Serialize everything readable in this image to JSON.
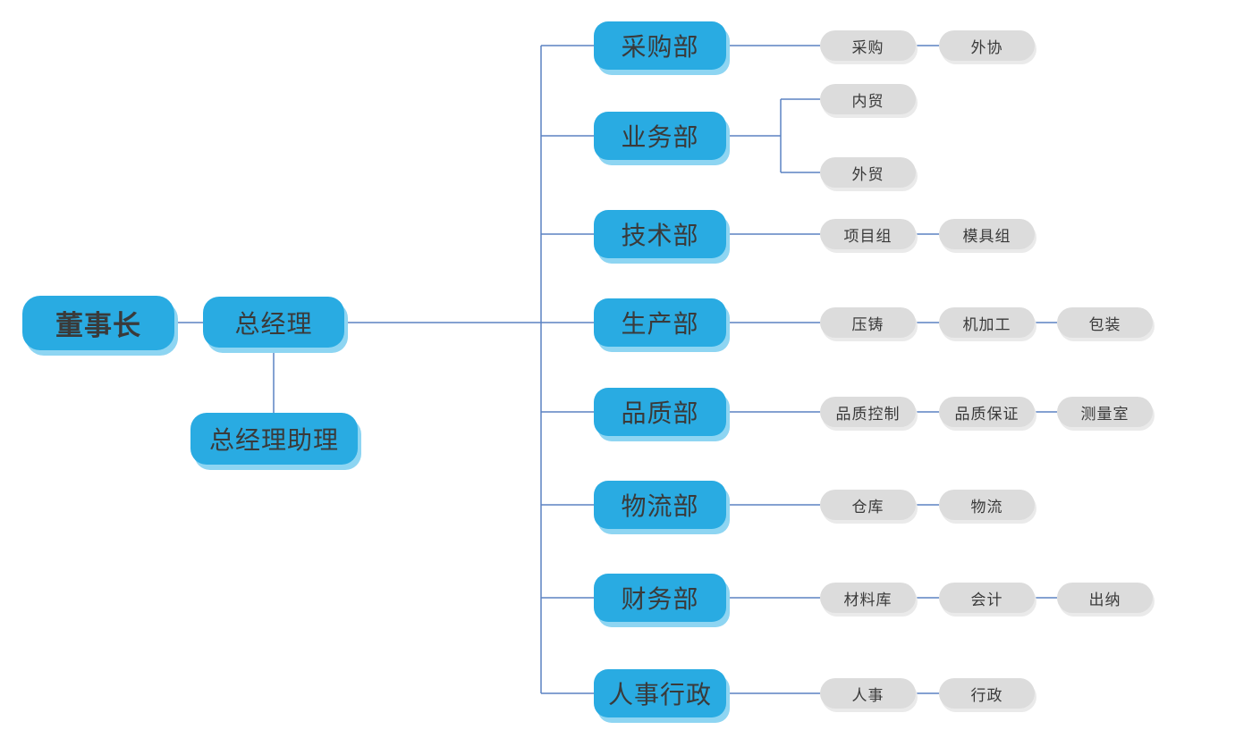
{
  "org_chart": {
    "nodes": {
      "chairman": "董事长",
      "general_manager": "总经理",
      "gm_assistant": "总经理助理"
    },
    "departments": [
      {
        "label": "采购部",
        "children": [
          "采购",
          "外协"
        ]
      },
      {
        "label": "业务部",
        "children": [
          "内贸",
          "外贸"
        ]
      },
      {
        "label": "技术部",
        "children": [
          "项目组",
          "模具组"
        ]
      },
      {
        "label": "生产部",
        "children": [
          "压铸",
          "机加工",
          "包装"
        ]
      },
      {
        "label": "品质部",
        "children": [
          "品质控制",
          "品质保证",
          "测量室"
        ]
      },
      {
        "label": "物流部",
        "children": [
          "仓库",
          "物流"
        ]
      },
      {
        "label": "财务部",
        "children": [
          "材料库",
          "会计",
          "出纳"
        ]
      },
      {
        "label": "人事行政",
        "children": [
          "人事",
          "行政"
        ]
      }
    ],
    "colors": {
      "primary_node": "#29abe2",
      "primary_node_shadow": "#8ed5f2",
      "sub_node": "#dcdcdc",
      "sub_node_shadow": "#eaeaea",
      "connector": "#5b82c2",
      "text": "#3a3a3a"
    }
  }
}
